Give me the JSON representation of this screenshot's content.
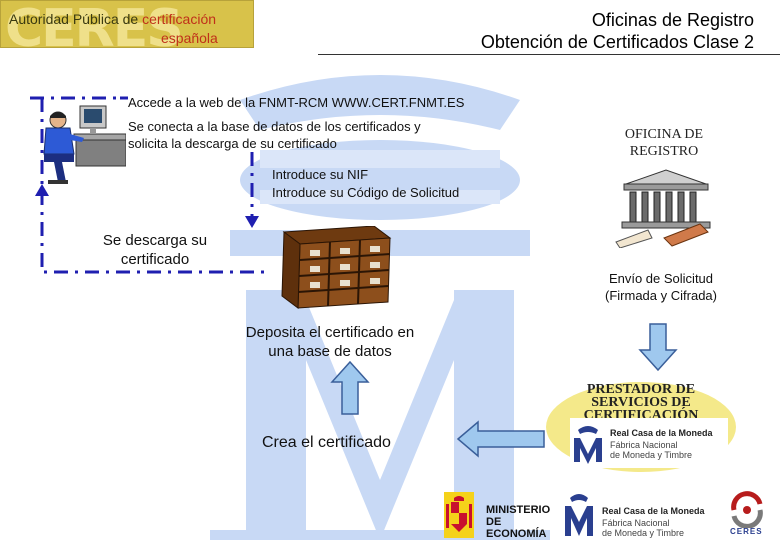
{
  "header": {
    "logo": {
      "line1_part1": "Autoridad Pública de ",
      "line1_part2": "certificación",
      "line2": "española",
      "watermark_text": "CERES"
    },
    "title_line1": "Oficinas de Registro",
    "title_line2": "Obtención de Certificados Clase 2"
  },
  "steps": {
    "accede": "Accede a la web de la FNMT-RCM  WWW.CERT.FNMT.ES",
    "conecta_line1": "Se conecta a la base de datos de los certificados y",
    "conecta_line2": "solicita la descarga de su certificado",
    "nif": "Introduce su NIF",
    "codigo": "Introduce su Código de Solicitud",
    "descarga_line1": "Se descarga su",
    "descarga_line2": "certificado",
    "envio_line1": "Envío de Solicitud",
    "envio_line2": "(Firmada y Cifrada)",
    "deposita_line1": "Deposita el certificado en",
    "deposita_line2": "una base de datos",
    "crea": "Crea el certificado"
  },
  "oficina": {
    "line1": "OFICINA DE",
    "line2": "REGISTRO"
  },
  "prestador": {
    "line1": "PRESTADOR DE",
    "line2": "SERVICIOS  DE",
    "line3": "CERTIFICACIÓN"
  },
  "rcm_logo": {
    "line1": "Real Casa de la Moneda",
    "line2": "Fábrica Nacional",
    "line3": "de Moneda y Timbre"
  },
  "footer": {
    "ministerio_line1": "MINISTERIO",
    "ministerio_line2": "DE ECONOMÍA",
    "rcm_line1": "Real Casa de la Moneda",
    "rcm_line2": "Fábrica Nacional",
    "rcm_line3": "de Moneda y Timbre",
    "ceres": "CERES"
  },
  "colors": {
    "arrow_blue": "#9fc8ee",
    "watermark": "#c8d9f5",
    "dash_blue": "#1f1fb0",
    "prestador_fill": "#f4e98a"
  }
}
